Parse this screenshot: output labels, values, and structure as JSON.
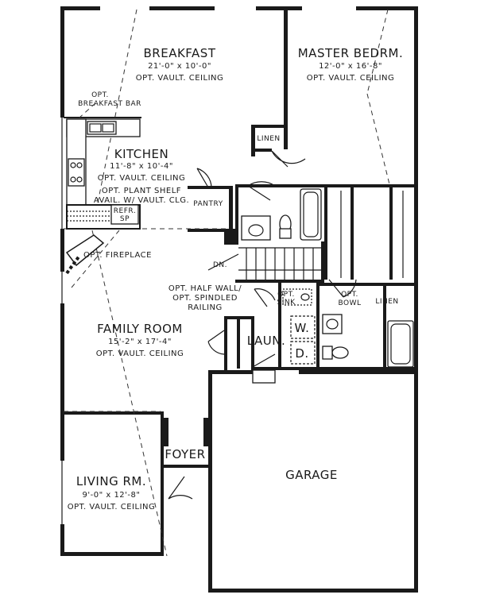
{
  "rooms": {
    "breakfast": {
      "name": "BREAKFAST",
      "dims": "21'-0\" x 10'-0\"",
      "note": "OPT. VAULT. CEILING"
    },
    "master": {
      "name": "MASTER BEDRM.",
      "dims": "12'-0\" x 16'-8\"",
      "note": "OPT. VAULT. CEILING"
    },
    "kitchen": {
      "name": "KITCHEN",
      "dims": "11'-8\" x 10'-4\"",
      "note": "OPT. VAULT. CEILING",
      "plant1": "OPT. PLANT SHELF",
      "plant2": "AVAIL. W/ VAULT. CLG."
    },
    "family": {
      "name": "FAMILY ROOM",
      "dims": "15'-2\" x 17'-4\"",
      "note": "OPT. VAULT. CEILING"
    },
    "living": {
      "name": "LIVING RM.",
      "dims": "9'-0\" x 12'-8\"",
      "note": "OPT. VAULT. CEILING"
    },
    "garage": {
      "name": "GARAGE"
    },
    "foyer": {
      "name": "FOYER"
    },
    "laun": {
      "name": "LAUN."
    }
  },
  "labels": {
    "opt": "OPT.",
    "breakfast_bar": "BREAKFAST BAR",
    "linen": "LINEN",
    "pantry": "PANTRY",
    "refr": "REFR.",
    "sp": "SP",
    "fireplace": "OPT. FIREPLACE",
    "dn": "DN.",
    "half_wall_1": "OPT. HALF WALL/",
    "half_wall_2": "OPT. SPINDLED",
    "half_wall_3": "RAILING",
    "sink_opt": "OPT.",
    "sink": "SINK",
    "bowl_opt": "OPT.",
    "bowl": "BOWL",
    "linen2": "LINEN",
    "w": "W.",
    "d": "D."
  }
}
